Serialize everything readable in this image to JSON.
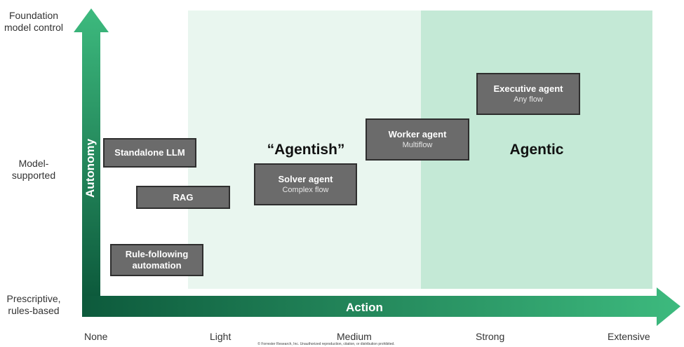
{
  "y_axis": {
    "title": "Autonomy",
    "levels": [
      "Foundation model control",
      "Model-supported",
      "Prescriptive, rules-based"
    ]
  },
  "x_axis": {
    "title": "Action",
    "levels": [
      "None",
      "Light",
      "Medium",
      "Strong",
      "Extensive"
    ]
  },
  "regions": {
    "agentish": "“Agentish”",
    "agentic": "Agentic"
  },
  "boxes": {
    "standalone_llm": {
      "title": "Standalone LLM"
    },
    "rag": {
      "title": "RAG"
    },
    "rule_following": {
      "title": "Rule-following automation"
    },
    "solver_agent": {
      "title": "Solver agent",
      "subtitle": "Complex flow"
    },
    "worker_agent": {
      "title": "Worker agent",
      "subtitle": "Multiflow"
    },
    "executive_agent": {
      "title": "Executive agent",
      "subtitle": "Any flow"
    }
  },
  "copyright": "© Forrester Research, Inc. Unauthorized reproduction, citation, or distribution prohibited.",
  "colors": {
    "axis_dark": "#0d5a3c",
    "axis_light": "#3dba7e",
    "zone_light": "#e9f6ef",
    "zone_strong": "#c4e9d6",
    "box_fill": "#6b6b6b"
  }
}
